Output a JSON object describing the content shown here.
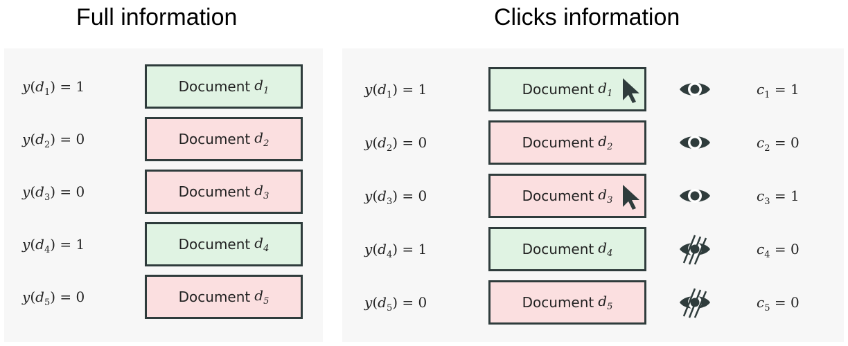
{
  "titles": {
    "left": "Full information",
    "right": "Clicks information"
  },
  "documents": [
    {
      "relevance_label": "y(d",
      "sub": "1",
      "value": ") = 1",
      "doc_text": "Document",
      "doc_var": "d",
      "color": "green",
      "click_text": "c",
      "click_value": " = 1",
      "observed": true,
      "clicked": true
    },
    {
      "relevance_label": "y(d",
      "sub": "2",
      "value": ") = 0",
      "doc_text": "Document",
      "doc_var": "d",
      "color": "red",
      "click_text": "c",
      "click_value": " = 0",
      "observed": true,
      "clicked": false
    },
    {
      "relevance_label": "y(d",
      "sub": "3",
      "value": ") = 0",
      "doc_text": "Document",
      "doc_var": "d",
      "color": "red",
      "click_text": "c",
      "click_value": " = 1",
      "observed": true,
      "clicked": true
    },
    {
      "relevance_label": "y(d",
      "sub": "4",
      "value": ") = 1",
      "doc_text": "Document",
      "doc_var": "d",
      "color": "green",
      "click_text": "c",
      "click_value": " = 0",
      "observed": false,
      "clicked": false
    },
    {
      "relevance_label": "y(d",
      "sub": "5",
      "value": ") = 0",
      "doc_text": "Document",
      "doc_var": "d",
      "color": "red",
      "click_text": "c",
      "click_value": " = 0",
      "observed": false,
      "clicked": false
    }
  ],
  "colors": {
    "relevant": "#e0f3e3",
    "non_relevant": "#fbdfe0",
    "border": "#2f3c3c",
    "icon": "#2f3c3c"
  },
  "icons": {
    "observed": "eye-icon",
    "unobserved": "eye-slash-icon",
    "click": "cursor-icon"
  }
}
